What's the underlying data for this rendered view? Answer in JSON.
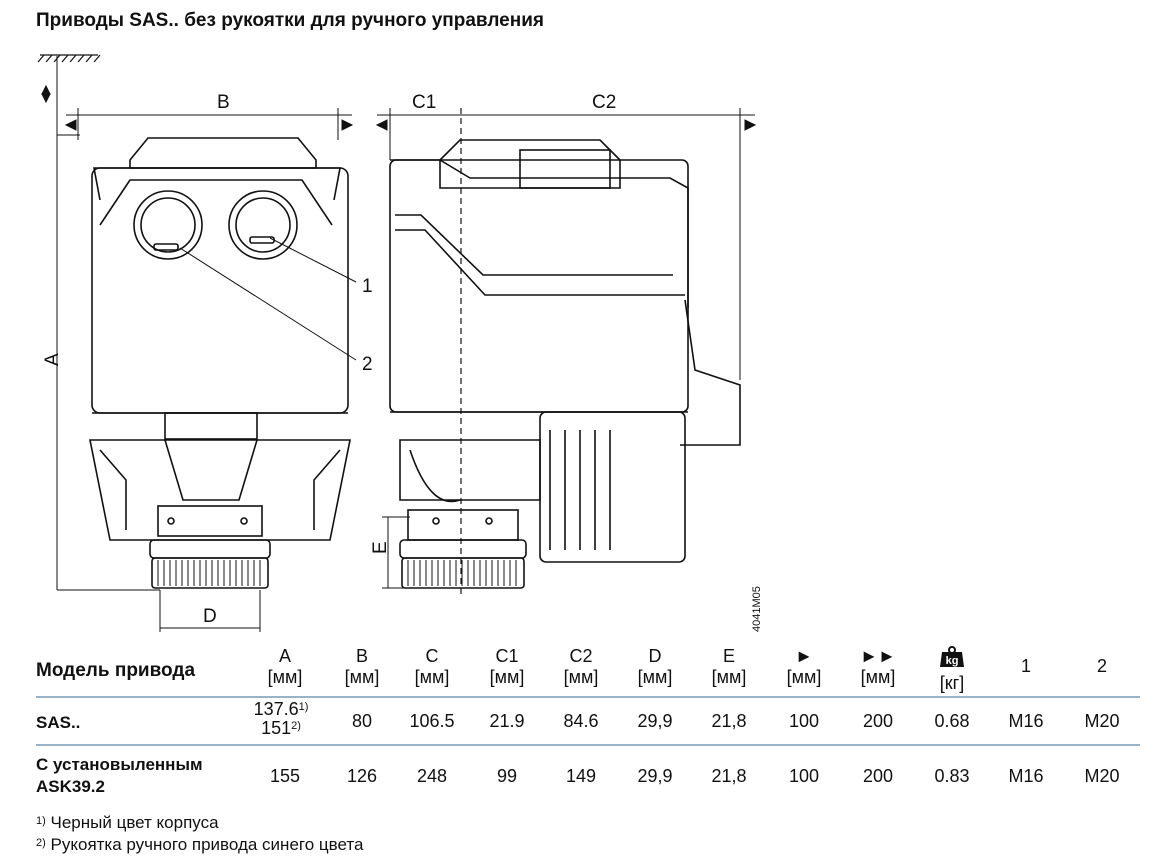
{
  "title": "Приводы SAS.. без рукоятки для ручного управления",
  "drawing": {
    "dimension_labels": {
      "A": "A",
      "B": "B",
      "C1": "C1",
      "C2": "C2",
      "D": "D",
      "E": "E"
    },
    "callouts": {
      "one": "1",
      "two": "2"
    },
    "drawing_code": "4041M05"
  },
  "table": {
    "model_header": "Модель привода",
    "columns": [
      {
        "name": "A",
        "unit": "[мм]"
      },
      {
        "name": "B",
        "unit": "[мм]"
      },
      {
        "name": "C",
        "unit": "[мм]"
      },
      {
        "name": "C1",
        "unit": "[мм]"
      },
      {
        "name": "C2",
        "unit": "[мм]"
      },
      {
        "name": "D",
        "unit": "[мм]"
      },
      {
        "name": "E",
        "unit": "[мм]"
      },
      {
        "name": "►",
        "unit": "[мм]"
      },
      {
        "name": "►►",
        "unit": "[мм]"
      },
      {
        "name": "",
        "unit": "[кг]",
        "icon": "weight-kg-icon",
        "icon_text": "kg"
      },
      {
        "name": "1",
        "unit": ""
      },
      {
        "name": "2",
        "unit": ""
      }
    ],
    "rows": [
      {
        "label_line1": "SAS..",
        "label_line2": "",
        "a_line1": "137.6",
        "a_sup1": "1)",
        "a_line2": "151",
        "a_sup2": "2)",
        "values": [
          "80",
          "106.5",
          "21.9",
          "84.6",
          "29,9",
          "21,8",
          "100",
          "200",
          "0.68",
          "M16",
          "M20"
        ]
      },
      {
        "label_line1": "С установыленным",
        "label_line2": "ASK39.2",
        "a_value": "155",
        "values": [
          "126",
          "248",
          "99",
          "149",
          "29,9",
          "21,8",
          "100",
          "200",
          "0.83",
          "M16",
          "M20"
        ]
      }
    ]
  },
  "footnotes": [
    {
      "mark": "1)",
      "text": "Черный цвет корпуса"
    },
    {
      "mark": "2)",
      "text": "Рукоятка ручного привода синего цвета"
    }
  ]
}
